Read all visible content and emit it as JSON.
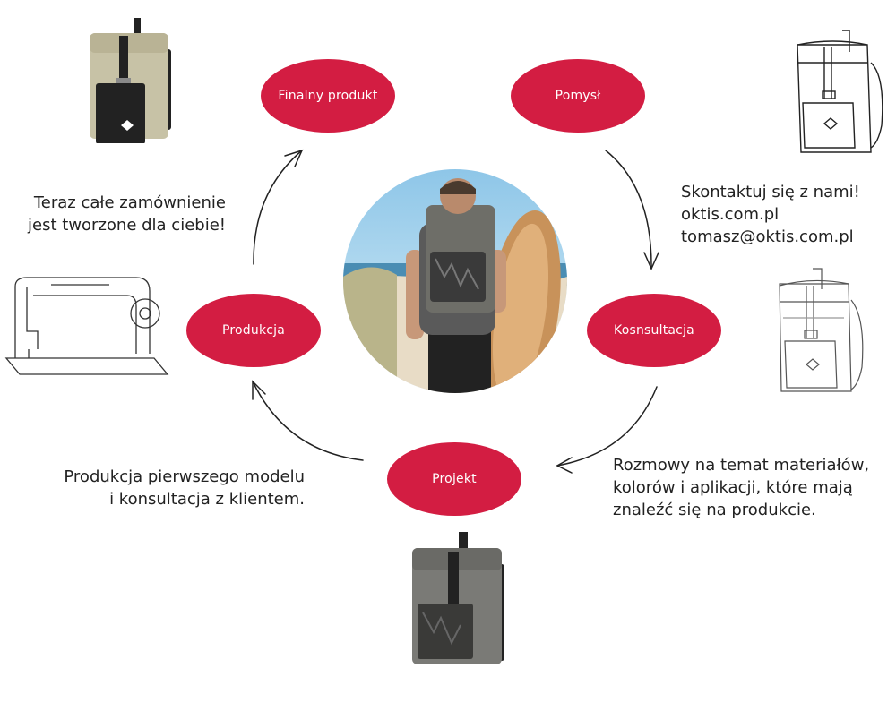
{
  "colors": {
    "node_fill": "#d31d42",
    "arrow": "#222222"
  },
  "steps": {
    "final": "Finalny produkt",
    "idea": "Pomysł",
    "consult": "Kosnsultacja",
    "project": "Projekt",
    "production": "Produkcja"
  },
  "notes": {
    "contact": "Skontaktuj się z nami!\noktis.com.pl\ntomasz@oktis.com.pl",
    "order": "Teraz całe zamównienie\njest tworzone dla ciebie!",
    "talks": "Rozmowy na temat materiałów,\nkolorów i aplikacji, które mają\nznaleźć się na produkcie.",
    "proto": "Produkcja pierwszego modelu\ni konsultacja z klientem."
  },
  "icons": {
    "final": "beige-backpack-photo",
    "idea": "backpack-sketch-icon",
    "consult": "backpack-pencil-sketch-icon",
    "project": "gray-backpack-render",
    "production": "sewing-machine-sketch-icon",
    "center": "person-with-surfboard-photo"
  }
}
